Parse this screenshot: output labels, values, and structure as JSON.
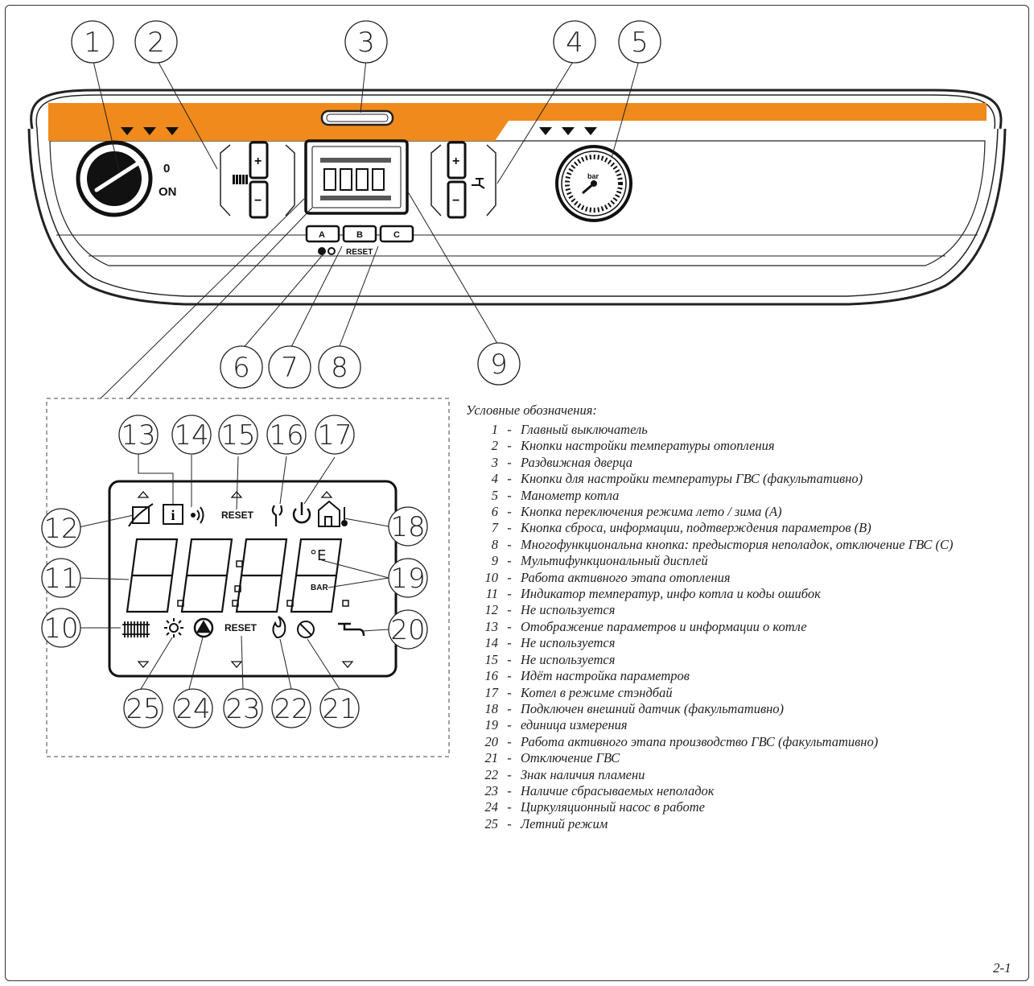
{
  "panel": {
    "switch_off": "0",
    "switch_on": "ON",
    "button_a": "A",
    "button_b": "B",
    "button_c": "C",
    "reset_caption": "RESET",
    "plus": "+",
    "minus": "−",
    "gauge_unit": "bar",
    "accent_color": "#f08a1c"
  },
  "display": {
    "reset_top": "RESET",
    "reset_bottom": "RESET",
    "unit_bar": "BAR",
    "unit_degree": "°E",
    "info_icon": "i"
  },
  "callouts": [
    "1",
    "2",
    "3",
    "4",
    "5",
    "6",
    "7",
    "8",
    "9",
    "10",
    "11",
    "12",
    "13",
    "14",
    "15",
    "16",
    "17",
    "18",
    "19",
    "20",
    "21",
    "22",
    "23",
    "24",
    "25"
  ],
  "legend": {
    "title": "Условные обозначения:",
    "items": [
      {
        "num": "1",
        "text": "Главный выключатель"
      },
      {
        "num": "2",
        "text": "Кнопки настройки температуры отопления"
      },
      {
        "num": "3",
        "text": "Раздвижная дверца"
      },
      {
        "num": "4",
        "text": "Кнопки для настройки температуры ГВС (факультативно)"
      },
      {
        "num": "5",
        "text": "Манометр котла"
      },
      {
        "num": "6",
        "text": "Кнопка переключения режима лето / зима (A)"
      },
      {
        "num": "7",
        "text": "Кнопка сброса, информации, подтверждения параметров (B)"
      },
      {
        "num": "8",
        "text": "Многофункциональна кнопка: предыстория неполадок, отключение ГВС (C)"
      },
      {
        "num": "9",
        "text": "Мультифункциональный дисплей"
      },
      {
        "num": "10",
        "text": "Работа активного этапа отопления"
      },
      {
        "num": "11",
        "text": "Индикатор температур, инфо котла и коды ошибок"
      },
      {
        "num": "12",
        "text": "Не используется"
      },
      {
        "num": "13",
        "text": "Отображение параметров и информации о котле"
      },
      {
        "num": "14",
        "text": "Не используется"
      },
      {
        "num": "15",
        "text": "Не используется"
      },
      {
        "num": "16",
        "text": "Идёт настройка параметров"
      },
      {
        "num": "17",
        "text": "Котел в режиме стэндбай"
      },
      {
        "num": "18",
        "text": "Подключен внешний датчик (факультативно)"
      },
      {
        "num": "19",
        "text": "единица измерения"
      },
      {
        "num": "20",
        "text": "Работа активного этапа производство ГВС (факультативно)"
      },
      {
        "num": "21",
        "text": "Отключение ГВС"
      },
      {
        "num": "22",
        "text": "Знак наличия пламени"
      },
      {
        "num": "23",
        "text": "Наличие сбрасываемых неполадок"
      },
      {
        "num": "24",
        "text": "Циркуляционный насос в работе"
      },
      {
        "num": "25",
        "text": "Летний режим"
      }
    ]
  },
  "figure_number": "2-1"
}
